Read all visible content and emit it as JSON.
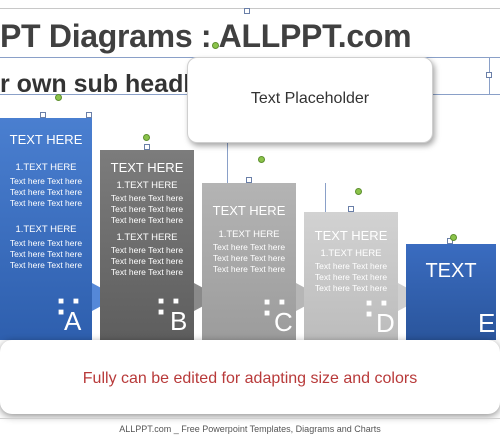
{
  "slide": {
    "title": "PT Diagrams : ALLPPT.com",
    "subtitle": "r own sub headl"
  },
  "callout": {
    "text": "Text Placeholder"
  },
  "blocks": [
    {
      "heading": "TEXT HERE",
      "group1_title": "1.TEXT  HERE",
      "group1_lines": [
        "Text here Text here",
        "Text here Text here",
        "Text here Text here"
      ],
      "group2_title": "1.TEXT HERE",
      "group2_lines": [
        "Text here Text here",
        "Text here Text here",
        "Text here Text here"
      ],
      "letter": "A"
    },
    {
      "heading": "TEXT HERE",
      "group1_title": "1.TEXT  HERE",
      "group1_lines": [
        "Text here Text here",
        "Text here Text here",
        "Text here Text here"
      ],
      "group2_title": "1.TEXT HERE",
      "group2_lines": [
        "Text here Text here",
        "Text here Text here",
        "Text here Text here"
      ],
      "letter": "B"
    },
    {
      "heading": "TEXT HERE",
      "group1_title": "1.TEXT HERE",
      "group1_lines": [
        "Text here Text here",
        "Text here Text here",
        "Text here Text here"
      ],
      "letter": "C"
    },
    {
      "heading": "TEXT HERE",
      "group1_title": "1.TEXT HERE",
      "group1_lines": [
        "Text here Text here",
        "Text here Text here",
        "Text here Text here"
      ],
      "letter": "D"
    },
    {
      "heading": "TEXT",
      "letter": "E"
    }
  ],
  "bottom_box": {
    "text": "Fully can be edited for adapting size and colors"
  },
  "footer": {
    "text": "ALLPPT.com _ Free Powerpoint Templates, Diagrams and Charts"
  },
  "colors": {
    "block_a": "#3a6cc0",
    "block_b": "#6e6e6e",
    "block_c": "#a9a9a9",
    "block_d": "#c6c6c6",
    "block_e": "#2f5fae",
    "accent_red": "#b83a3a",
    "selection": "#8aa0c8",
    "handle_green": "#8bc34a"
  }
}
